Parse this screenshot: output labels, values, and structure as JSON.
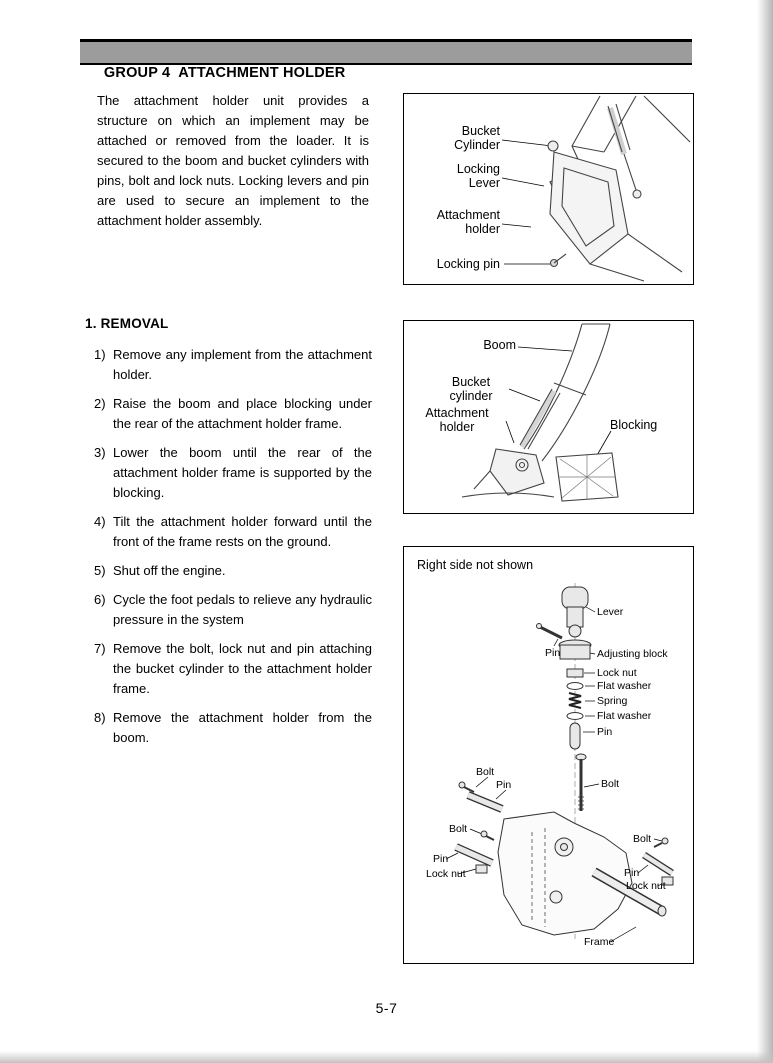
{
  "header": {
    "title": "GROUP 4  ATTACHMENT HOLDER"
  },
  "intro": "The attachment holder unit provides a structure on which an implement may be attached or removed from the loader.  It is secured to the boom and bucket cylinders with pins, bolt and lock nuts.  Locking levers and pin are used to secure an implement to the attachment holder assembly.",
  "removal": {
    "heading": "1. REMOVAL",
    "steps": [
      {
        "num": "1)",
        "text": "Remove any implement from the attachment holder."
      },
      {
        "num": "2)",
        "text": "Raise the boom and place blocking under the rear of the attachment holder frame."
      },
      {
        "num": "3)",
        "text": "Lower the boom until the rear of the attachment holder frame is supported by the blocking."
      },
      {
        "num": "4)",
        "text": "Tilt the attachment holder forward until the front of the frame rests on the ground."
      },
      {
        "num": "5)",
        "text": "Shut off the engine."
      },
      {
        "num": "6)",
        "text": "Cycle the foot pedals to relieve any hydraulic pressure in the system"
      },
      {
        "num": "7)",
        "text": "Remove the bolt, lock nut and pin attaching the bucket cylinder to the attachment holder frame."
      },
      {
        "num": "8)",
        "text": "Remove the attachment holder from the boom."
      }
    ]
  },
  "fig1": {
    "labels": [
      "Bucket\nCylinder",
      "Locking\nLever",
      "Attachment\nholder",
      "Locking pin"
    ]
  },
  "fig2": {
    "labels": [
      "Boom",
      "Bucket\ncylinder",
      "Attachment\nholder",
      "Blocking"
    ]
  },
  "fig3": {
    "note": "Right side not shown",
    "labels": [
      "Lever",
      "Pin",
      "Adjusting block",
      "Lock nut",
      "Flat washer",
      "Spring",
      "Flat washer",
      "Pin",
      "Bolt",
      "Bolt",
      "Pin",
      "Bolt",
      "Pin",
      "Lock nut",
      "Bolt",
      "Pin",
      "Lock nut",
      "Frame"
    ]
  },
  "footer": {
    "page_number": "5-7"
  }
}
